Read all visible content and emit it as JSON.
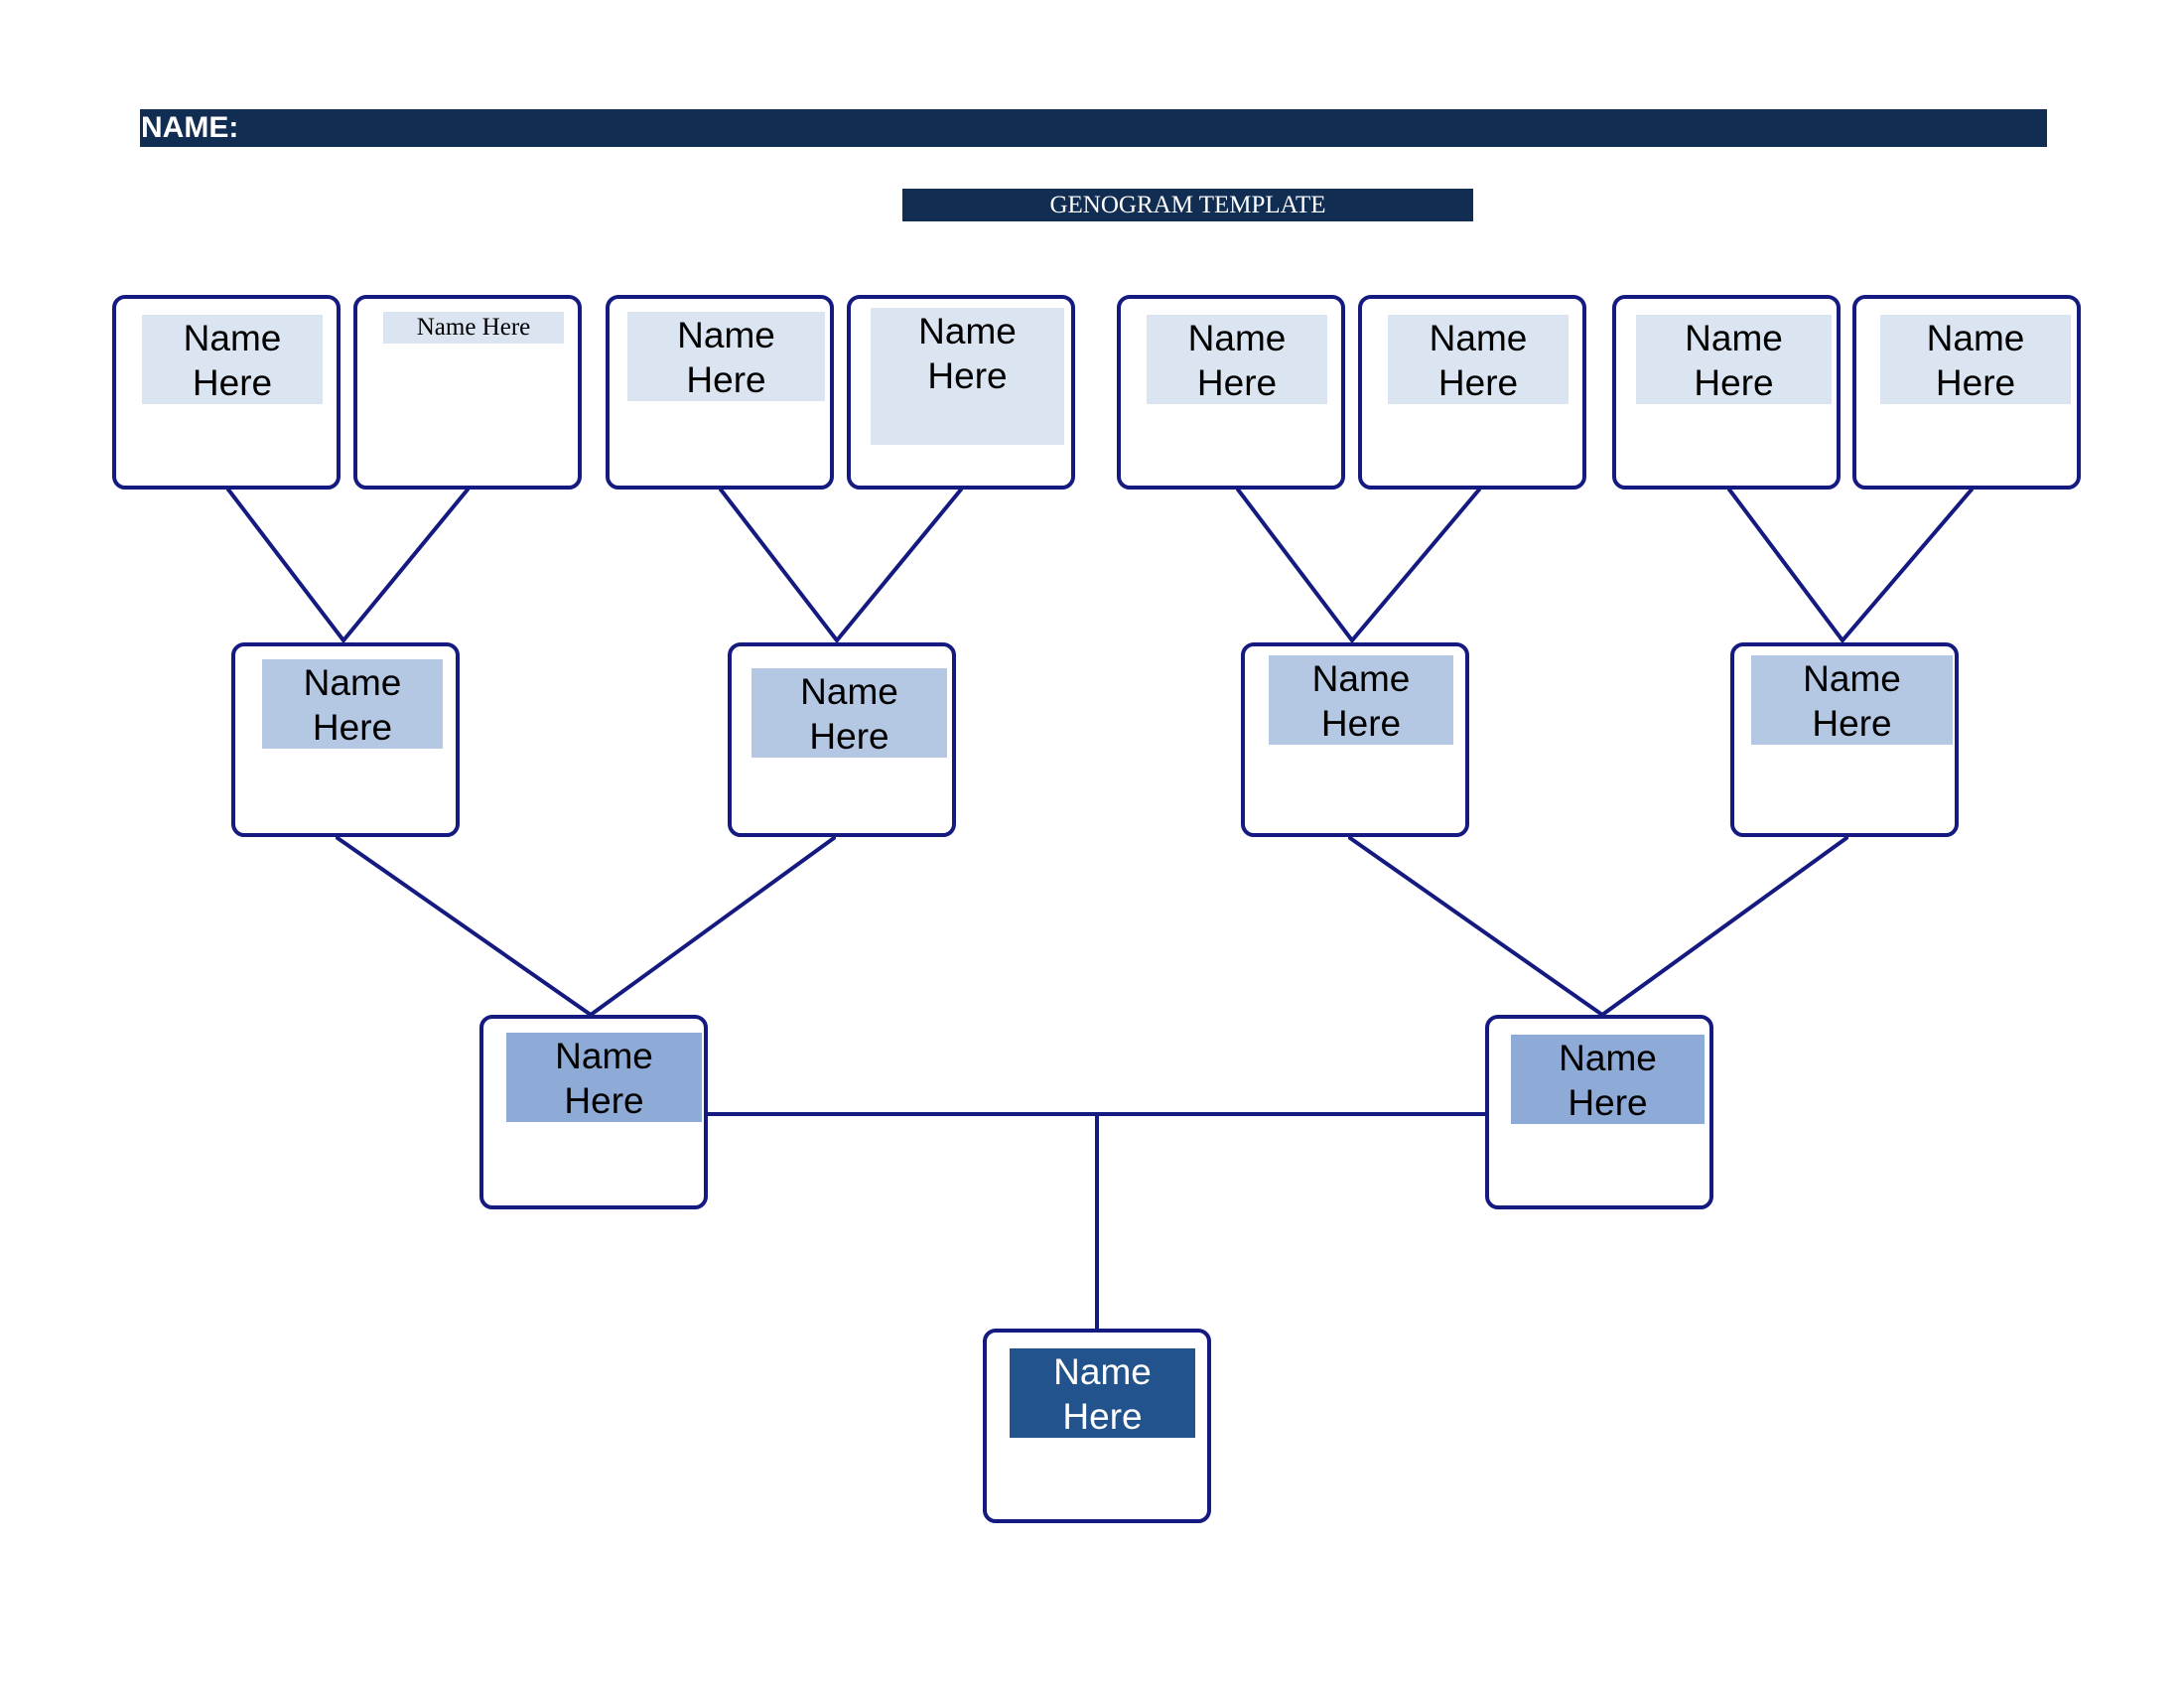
{
  "header": {
    "name_label": "NAME:"
  },
  "title": "GENOGRAM TEMPLATE",
  "colors": {
    "header_bg": "#112d52",
    "box_border": "#141a80",
    "gen1_label": "#dbe5f2",
    "gen2_label": "#b4c8e4",
    "gen3_label": "#8eaad6",
    "gen4_label": "#23538c"
  },
  "nodes": [
    {
      "id": "g1-1",
      "label": "Name\nHere"
    },
    {
      "id": "g1-2",
      "label": "Name Here"
    },
    {
      "id": "g1-3",
      "label": "Name\nHere"
    },
    {
      "id": "g1-4",
      "label": "Name\nHere"
    },
    {
      "id": "g1-5",
      "label": "Name\nHere"
    },
    {
      "id": "g1-6",
      "label": "Name\nHere"
    },
    {
      "id": "g1-7",
      "label": "Name\nHere"
    },
    {
      "id": "g1-8",
      "label": "Name\nHere"
    },
    {
      "id": "g2-1",
      "label": "Name\nHere"
    },
    {
      "id": "g2-2",
      "label": "Name\nHere"
    },
    {
      "id": "g2-3",
      "label": "Name\nHere"
    },
    {
      "id": "g2-4",
      "label": "Name\nHere"
    },
    {
      "id": "g3-1",
      "label": "Name\nHere"
    },
    {
      "id": "g3-2",
      "label": "Name\nHere"
    },
    {
      "id": "g4-1",
      "label": "Name\nHere"
    }
  ]
}
